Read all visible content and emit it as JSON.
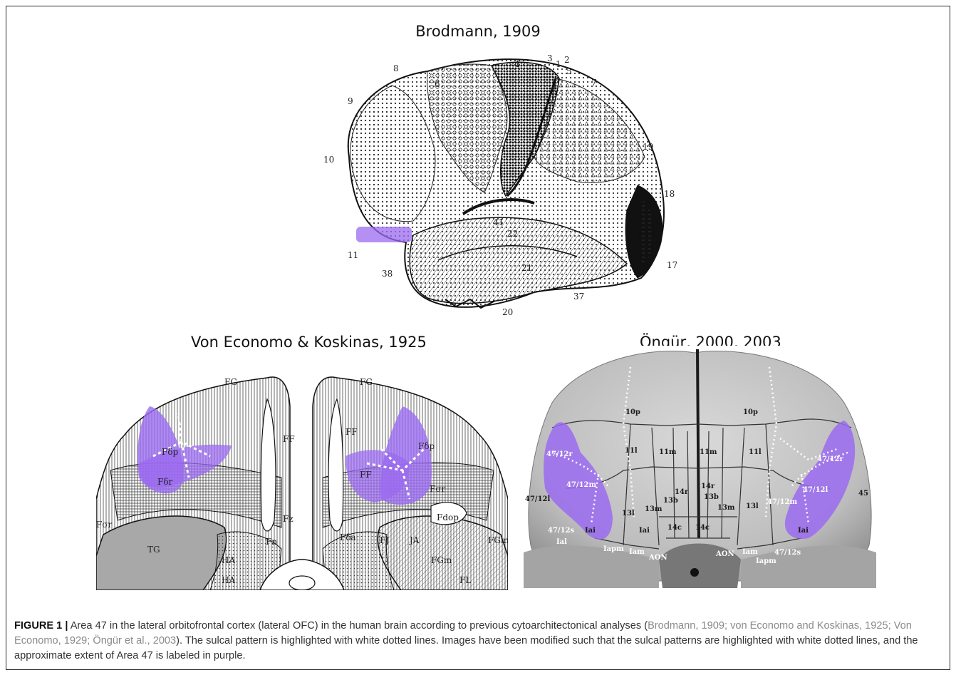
{
  "panels": {
    "brodmann": {
      "title": "Brodmann, 1909",
      "area_labels": [
        "6",
        "4",
        "3",
        "1",
        "2",
        "5",
        "7",
        "8",
        "9",
        "10",
        "11",
        "38",
        "19",
        "18",
        "17",
        "37",
        "20",
        "21",
        "22",
        "41"
      ]
    },
    "economo": {
      "title": "Von Economo & Koskinas, 1925",
      "area_labels": [
        "FG",
        "FG",
        "Fδp",
        "Fδp",
        "Fδr",
        "FF",
        "FF",
        "Fσr",
        "Fσr",
        "Fz",
        "FF",
        "FJ",
        "JA",
        "FGm",
        "Fdop",
        "TG",
        "HA",
        "HA",
        "Fn",
        "Fδa",
        "FGm",
        "FL"
      ]
    },
    "ongur": {
      "title": "Öngür, 2000, 2003",
      "area_labels": [
        "10p",
        "10p",
        "11l",
        "11m",
        "11m",
        "11l",
        "47/12r",
        "47/12r",
        "47/12m",
        "47/12m",
        "47/12l",
        "47/12l",
        "13l",
        "13m",
        "13b",
        "14r",
        "14r",
        "13b",
        "13m",
        "13l",
        "14c",
        "14c",
        "Iai",
        "Iai",
        "47/12s",
        "47/12s",
        "45",
        "Ial",
        "Iapm",
        "Iam",
        "AON",
        "AON",
        "Iam",
        "Iapm",
        "Iai"
      ]
    }
  },
  "highlight_color": "#9b6bf0",
  "caption": {
    "figure_label": "FIGURE 1 |",
    "text_1": " Area 47 in the lateral orbitofrontal cortex (lateral OFC) in the human brain according to previous cytoarchitectonical analyses (",
    "ref_1": "Brodmann, 1909; von Economo and Koskinas, 1925; Von Economo, 1929; Öngür et al., 2003",
    "text_2": "). The sulcal pattern is highlighted with white dotted lines. Images have been modified such that the sulcal patterns are highlighted with white dotted lines, and the approximate extent of Area 47 is labeled in purple."
  }
}
